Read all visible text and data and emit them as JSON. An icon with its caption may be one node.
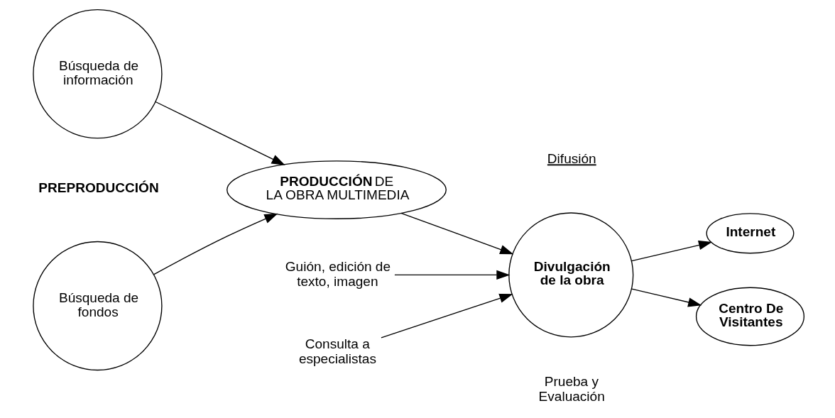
{
  "diagram": {
    "nodes": [
      {
        "text": [
          "Búsqueda de información"
        ]
      },
      {
        "text": [
          "Búsqueda de fondos"
        ]
      },
      {
        "text": [
          "**PRODUCCIÓN** DE LA OBRA MULTIMEDIA"
        ]
      },
      {
        "text": [
          "Divulgación de la obra"
        ]
      },
      {
        "text": [
          "Internet"
        ]
      },
      {
        "text": [
          "Centro De Visitantes"
        ]
      },
      {
        "text": [
          "Guión, edición de texto, imagen"
        ]
      },
      {
        "text": [
          "Consulta a especialistas"
        ]
      }
    ],
    "edges": [
      {
        "from": 0,
        "to": 2,
        "arrow": "to"
      },
      {
        "from": 1,
        "to": 2,
        "arrow": "to"
      },
      {
        "from": 2,
        "to": 3,
        "arrow": "to"
      },
      {
        "from": 6,
        "to": 3,
        "arrow": "to"
      },
      {
        "from": 7,
        "to": 3,
        "arrow": "to"
      },
      {
        "from": 3,
        "to": 4,
        "arrow": "to"
      },
      {
        "from": 3,
        "to": 5,
        "arrow": "to"
      }
    ],
    "labels": [
      "PREPRODUCCIÓN",
      "Difusión",
      "Prueba y Evaluación"
    ]
  }
}
